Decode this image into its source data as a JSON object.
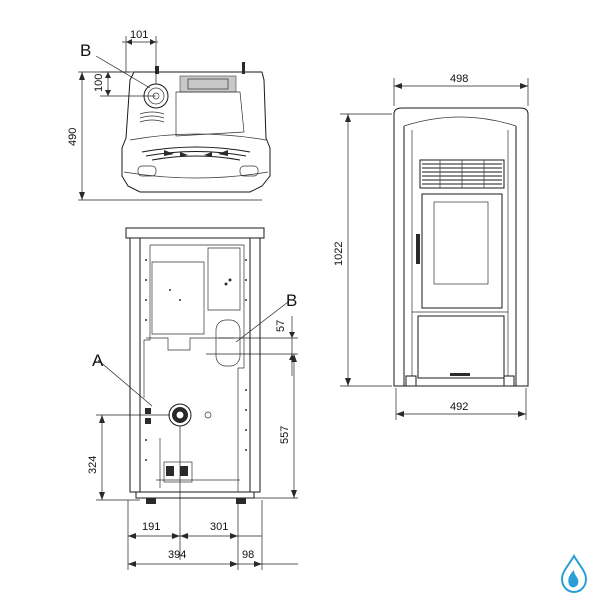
{
  "labels": {
    "B_top": "B",
    "B_back": "B",
    "A_back": "A"
  },
  "dimensions": {
    "top_width_offset": "101",
    "top_height_offset": "100",
    "top_depth": "490",
    "front_top_width": "498",
    "front_height": "1022",
    "front_bottom_width": "492",
    "back_b_gap": "57",
    "back_b_height": "557",
    "back_a_height": "324",
    "back_a_left": "191",
    "back_a_right": "301",
    "back_width": "394",
    "back_side_offset": "98"
  },
  "logo": {
    "icon": "water-drop-flame-icon",
    "color": "#2a9fd6"
  }
}
